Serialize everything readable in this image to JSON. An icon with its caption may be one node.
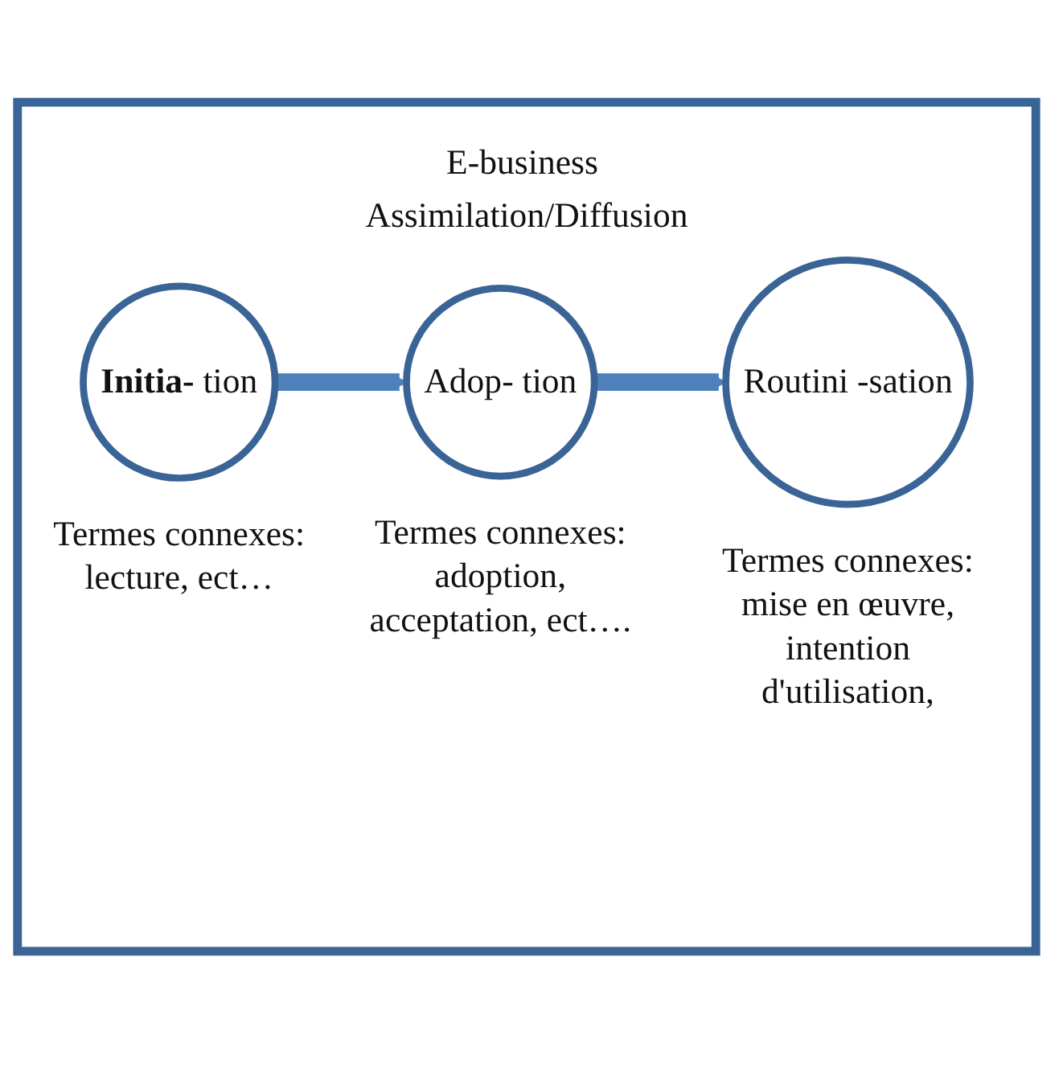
{
  "diagram": {
    "nodes": [
      {
        "text": [
          "E-business Assimilation/Diffusion"
        ]
      },
      {
        "text": [
          "**Initia-** tion"
        ],
        "in": 0,
        "beside": [
          "Termes connexes: lecture, ect…"
        ]
      },
      {
        "text": [
          "Adop- tion"
        ],
        "in": 0,
        "beside": [
          "Termes connexes: adoption, acceptation, ect…."
        ]
      },
      {
        "text": [
          "Routini -sation"
        ],
        "in": 0,
        "beside": [
          "Termes connexes: mise en œuvre, intention d'utilisation,"
        ]
      }
    ],
    "edges": [
      {
        "from": 1,
        "to": 2,
        "arrow": "to"
      },
      {
        "from": 2,
        "to": 3,
        "arrow": "to"
      }
    ]
  }
}
